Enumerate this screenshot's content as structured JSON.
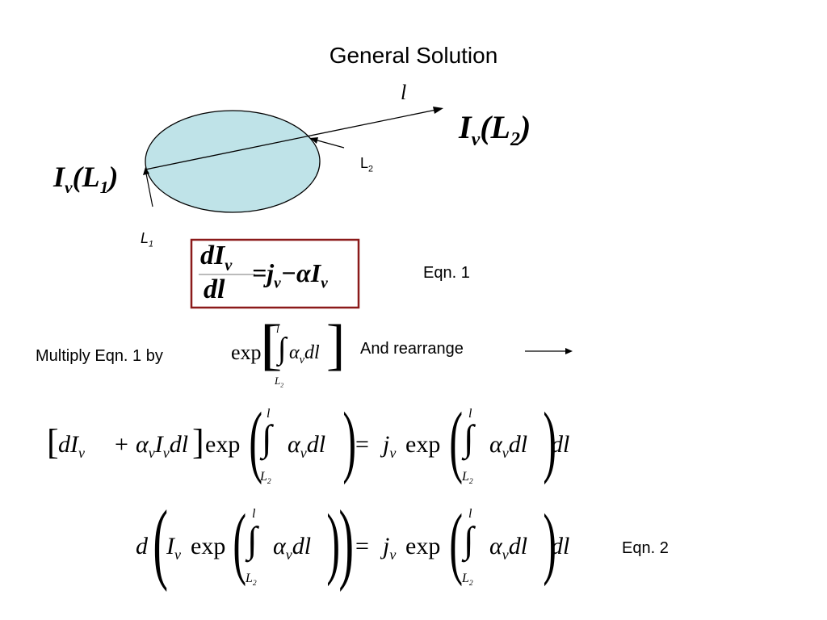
{
  "slide": {
    "title": "General Solution"
  },
  "diagram": {
    "path_label": "l",
    "intensity_L2_label": "I_ν(L_2)",
    "intensity_L1_label": "I_ν(L_1)",
    "L2_label": "L",
    "L2_sub": "2",
    "L1_label": "L",
    "L1_sub": "1",
    "ellipse_color": "#bfe3e8"
  },
  "eqn1": {
    "box_color": "#8b1a1a",
    "lhs_num": "dI",
    "lhs_num_sub": "ν",
    "lhs_den": "dl",
    "rhs": "j",
    "rhs_sub": "ν",
    "minus_term": "−αI",
    "minus_sub": "ν",
    "label": "Eqn. 1"
  },
  "multiply": {
    "text": "Multiply Eqn. 1 by",
    "factor_exp": "exp",
    "factor_alpha": "α",
    "factor_alpha_sub": "ν",
    "factor_dl": "dl",
    "upper_limit": "l",
    "lower_limit": "L",
    "lower_limit_sub": "2",
    "rearrange_text": "And rearrange"
  },
  "eqn_mid": {
    "bracket_content": "dI",
    "bracket_sub": "ν",
    "plus": "+",
    "alpha": "α",
    "I": "I",
    "dl": "dl",
    "exp": "exp",
    "equals": "=",
    "j": "j",
    "upper": "l",
    "lower": "L",
    "lower_sub": "2"
  },
  "eqn2": {
    "d": "d",
    "I": "I",
    "exp": "exp",
    "alpha": "α",
    "dl": "dl",
    "equals": "=",
    "j": "j",
    "upper": "l",
    "lower": "L",
    "lower_sub": "2",
    "label": "Eqn. 2"
  },
  "symbols": {
    "nu": "ν"
  }
}
